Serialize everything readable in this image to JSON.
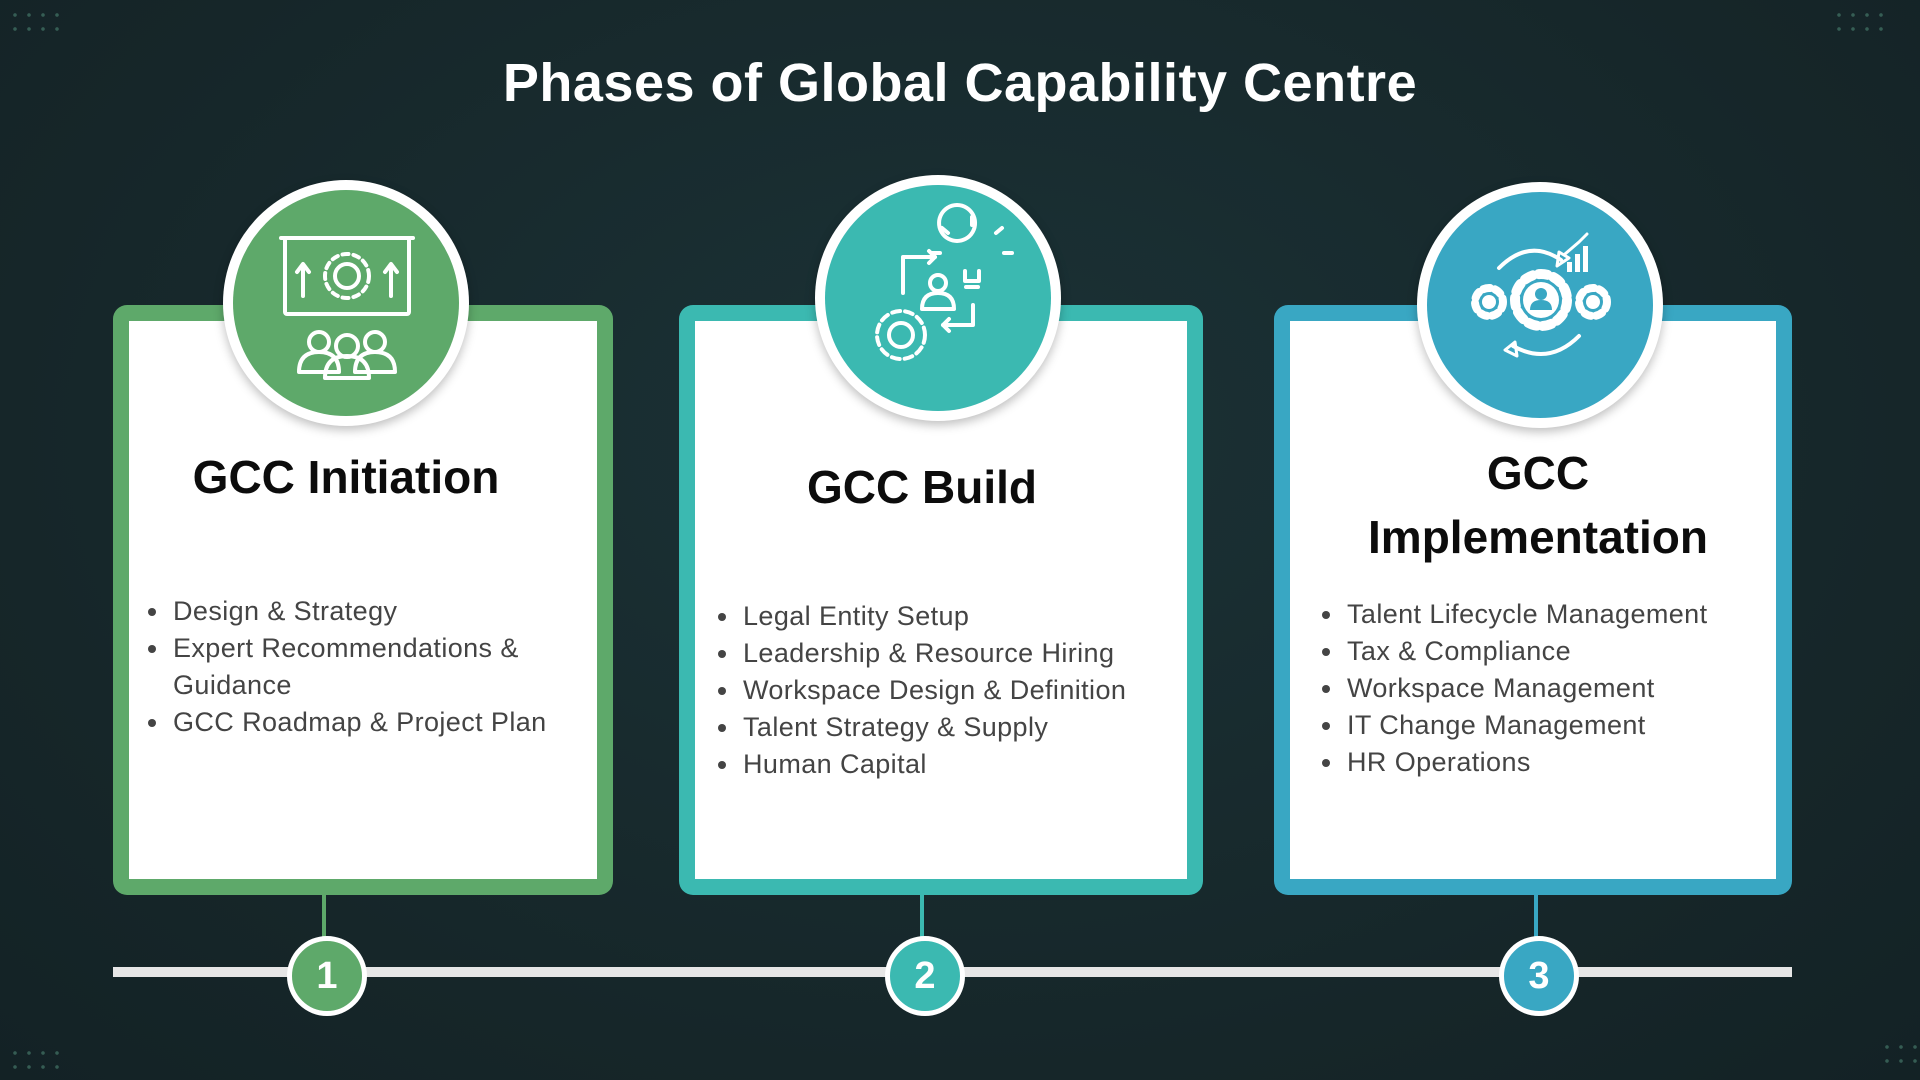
{
  "title": "Phases of Global Capability Centre",
  "colors": {
    "background": "#172a2d",
    "phase_1": "#5ea96a",
    "phase_2": "#3bb9b1",
    "phase_3": "#39a7c3"
  },
  "phases": [
    {
      "number": "1",
      "title": "GCC Initiation",
      "icon": "presentation-gear-team-icon",
      "items": [
        "Design & Strategy",
        "Expert Recommendations & Guidance",
        "GCC Roadmap & Project Plan"
      ]
    },
    {
      "number": "2",
      "title": "GCC Build",
      "icon": "person-idea-gear-cycle-icon",
      "items": [
        "Legal Entity Setup",
        "Leadership & Resource Hiring",
        "Workspace Design & Definition",
        "Talent Strategy & Supply",
        "Human Capital"
      ]
    },
    {
      "number": "3",
      "title_line_1": "GCC",
      "title_line_2": "Implementation",
      "icon": "gears-person-growth-icon",
      "items": [
        "Talent Lifecycle Management",
        "Tax & Compliance",
        "Workspace Management",
        "IT Change Management",
        "HR Operations"
      ]
    }
  ]
}
